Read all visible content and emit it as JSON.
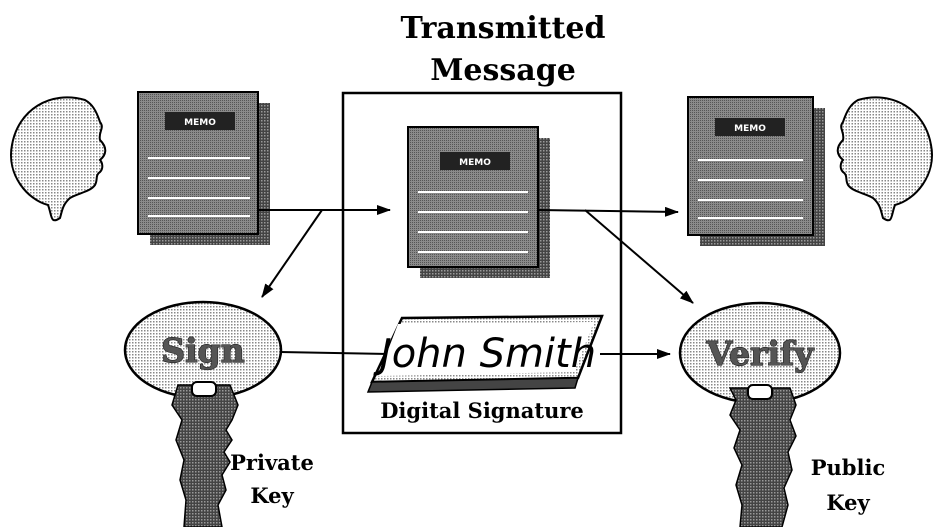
{
  "transmitted_message": {
    "line1": "Transmitted",
    "line2": "Message"
  },
  "documents": {
    "label": "MEMO"
  },
  "signature": {
    "name": "John Smith",
    "caption": "Digital Signature"
  },
  "sign_key": {
    "label": "Sign",
    "caption_line1": "Private",
    "caption_line2": "Key"
  },
  "verify_key": {
    "label": "Verify",
    "caption_line1": "Public",
    "caption_line2": "Key"
  }
}
